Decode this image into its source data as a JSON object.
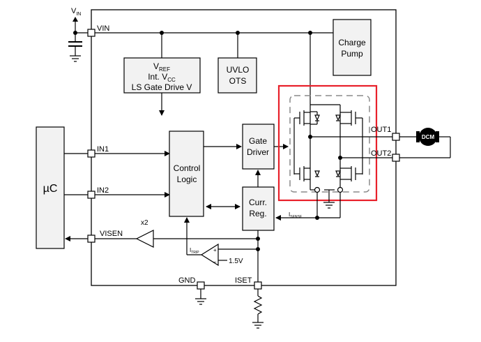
{
  "pins": {
    "vin_supply": "V",
    "vin_supply_sub": "IN",
    "vin": "VIN",
    "in1": "IN1",
    "in2": "IN2",
    "visen": "VISEN",
    "gnd": "GND",
    "iset": "ISET",
    "out1": "OUT1",
    "out2": "OUT2"
  },
  "blocks": {
    "uc": "µC",
    "vref_line1": "V",
    "vref_line1_sub": "REF",
    "vref_line2": "Int. V",
    "vref_line2_sub": "CC",
    "vref_line3": "LS Gate Drive V",
    "uvlo_line1": "UVLO",
    "uvlo_line2": "OTS",
    "charge_pump_line1": "Charge",
    "charge_pump_line2": "Pump",
    "control_logic_line1": "Control",
    "control_logic_line2": "Logic",
    "gate_driver_line1": "Gate",
    "gate_driver_line2": "Driver",
    "curr_reg_line1": "Curr.",
    "curr_reg_line2": "Reg."
  },
  "labels": {
    "isense": "I",
    "isense_sub": "SENSE",
    "itrip": "I",
    "itrip_sub": "TRIP",
    "amp_gain": "x2",
    "vref_1v5": "1.5V",
    "motor": "DCM",
    "comp_plus": "+",
    "comp_minus": "−"
  },
  "colors": {
    "line": "#000000",
    "block_fill": "#f2f2f2",
    "highlight": "#e8202a",
    "dashed": "#8a8a8a",
    "pin_fill": "#ffffff",
    "motor_fill": "#000000"
  }
}
